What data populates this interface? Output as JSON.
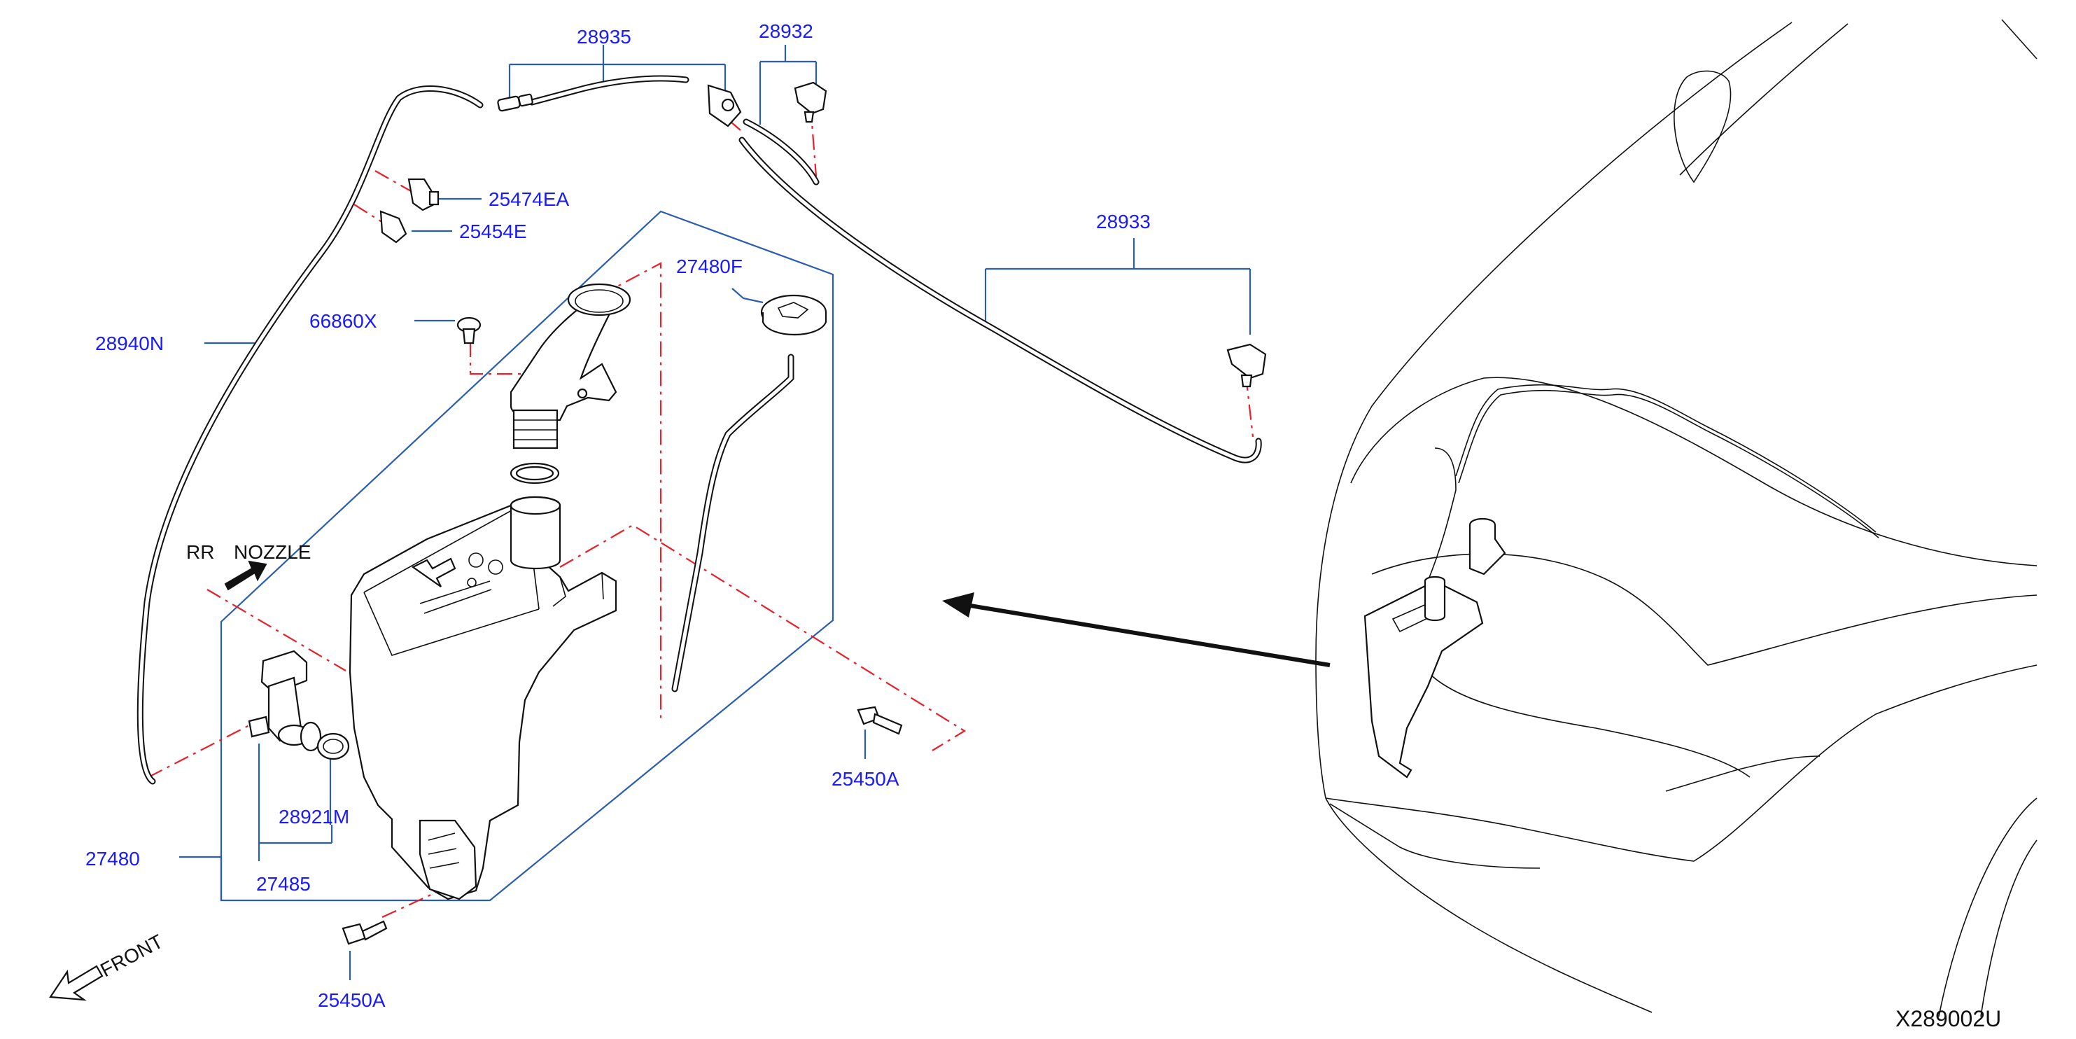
{
  "diagram": {
    "part_labels": {
      "p28935": "28935",
      "p28932": "28932",
      "p25474EA": "25474EA",
      "p25454E": "25454E",
      "p27480F": "27480F",
      "p66860X": "66860X",
      "p28940N": "28940N",
      "p28933": "28933",
      "p28921M": "28921M",
      "p27480": "27480",
      "p27485": "27485",
      "p25450A_right": "25450A",
      "p25450A_bottom": "25450A"
    },
    "annotations": {
      "rr": "RR",
      "nozzle": "NOZZLE",
      "front": "FRONT"
    },
    "diagram_code": "X289002U"
  },
  "colors": {
    "label": "#1a1aff",
    "leader_line": "#2a5db0",
    "dash_line": "#e8202a",
    "part_outline": "#111111"
  }
}
